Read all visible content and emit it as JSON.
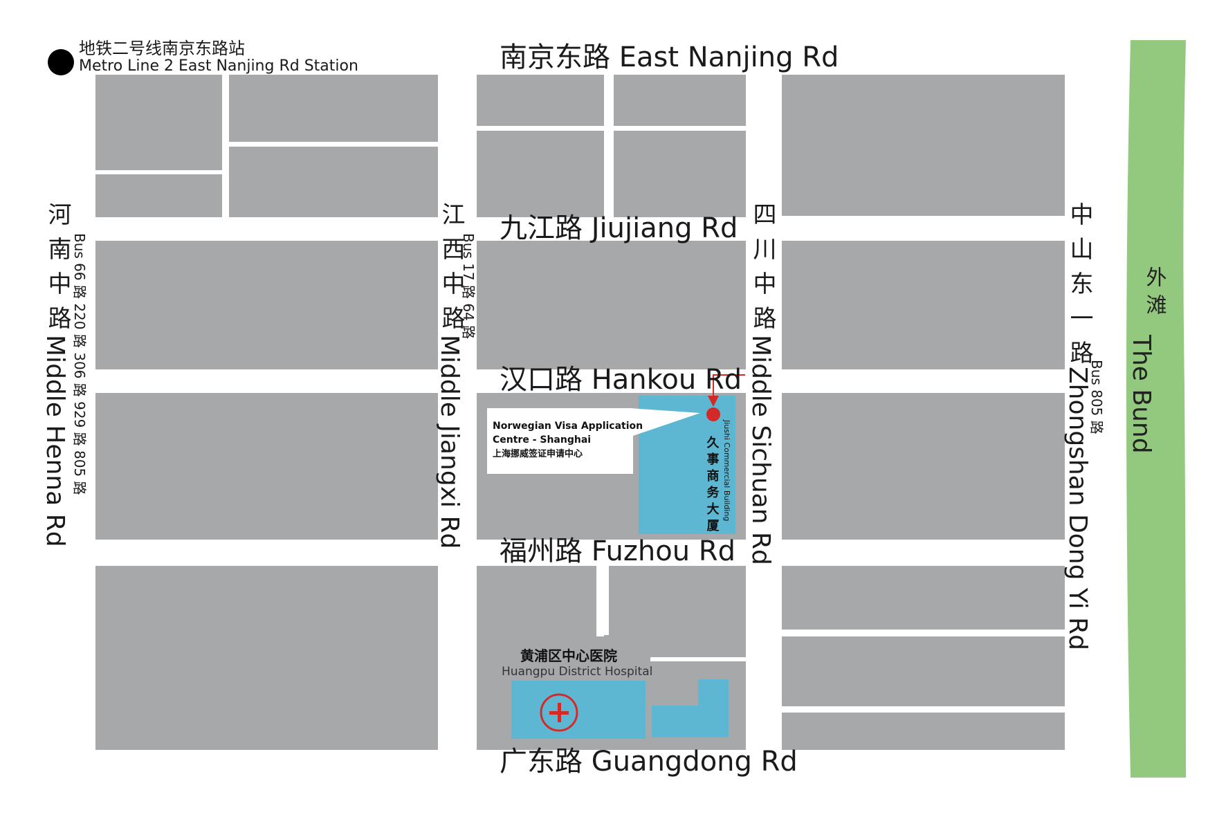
{
  "colors": {
    "block": "#a7a8aa",
    "highlight": "#5db7d2",
    "bund": "#93c97e",
    "marker": "#d42a27",
    "text": "#1a1a1a"
  },
  "metro": {
    "icon": "metro-station-icon",
    "name_cn": "地铁二号线南京东路站",
    "name_en": "Metro Line 2 East Nanjing Rd Station"
  },
  "roads": {
    "nanjing": "南京东路 East Nanjing Rd",
    "jiujiang": "九江路 Jiujiang Rd",
    "hankou": "汉口路 Hankou Rd",
    "fuzhou": "福州路 Fuzhou Rd",
    "guangdong": "广东路 Guangdong Rd",
    "henan_cn": "河南中路",
    "henan_en": "Middle Henna Rd",
    "jiangxi_cn": "江西中路",
    "jiangxi_en": "Middle Jiangxi Rd",
    "sichuan_cn": "四川中路",
    "sichuan_en": "Middle Sichuan Rd",
    "zhongshan_cn": "中山东一路",
    "zhongshan_en": "Zhongshan Dong Yi Rd"
  },
  "bus": {
    "henan": "Bus 66 路 220 路 306 路 929 路 805 路",
    "jiangxi": "Bus 17 路 64 路",
    "zhongshan": "Bus 805 路"
  },
  "bund": {
    "cn": "外滩",
    "en": "The Bund"
  },
  "destination": {
    "line1": "Norwegian Visa Application",
    "line2": "Centre - Shanghai",
    "line3": "上海挪威签证申请中心",
    "building_cn": "久事商务大厦",
    "building_en": "Jiushi Commercial Building",
    "marker_icon": "location-marker-icon"
  },
  "hospital": {
    "name_cn": "黄浦区中心医院",
    "name_en": "Huangpu District Hospital",
    "icon": "hospital-cross-icon"
  }
}
